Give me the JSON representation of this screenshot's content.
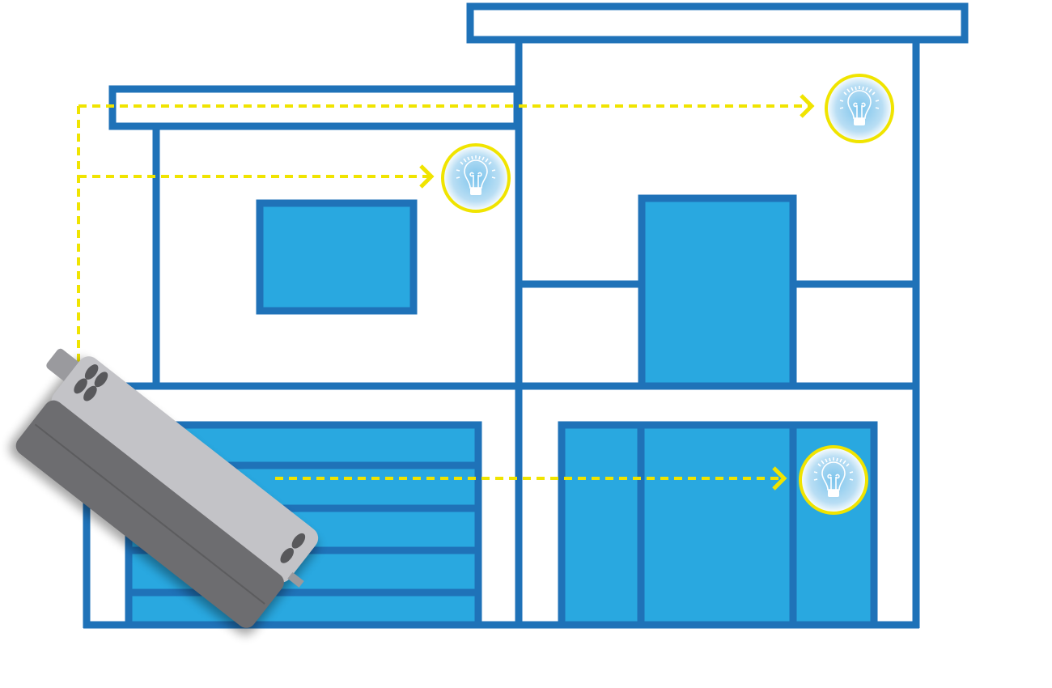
{
  "colors": {
    "outline": "#1f72b8",
    "fill": "#29a8e0",
    "signal": "#f0e400",
    "device_top": "#c3c3c7",
    "device_side": "#6d6d70",
    "background": "#ffffff"
  },
  "icons": [
    "house-outline",
    "lightbulb-icon",
    "controller-device",
    "signal-arrow"
  ]
}
